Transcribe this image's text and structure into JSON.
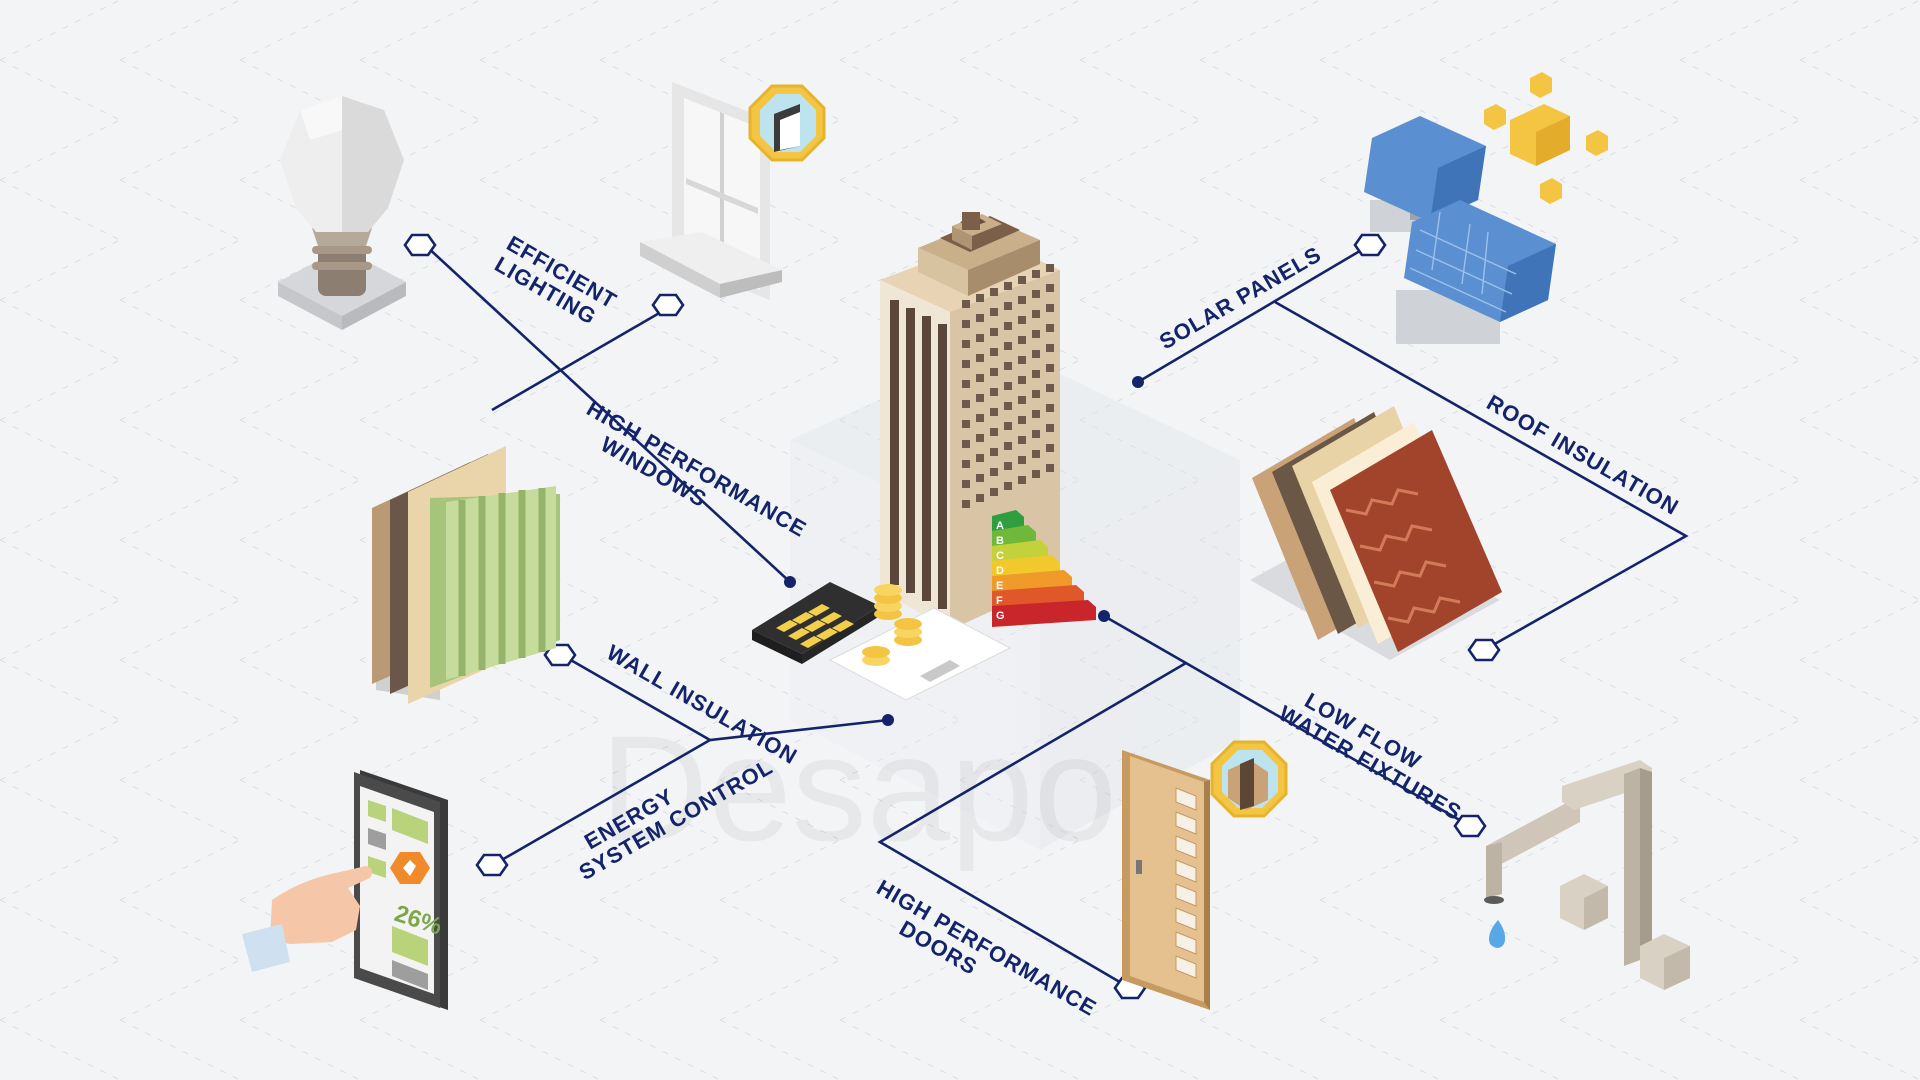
{
  "labels": {
    "efficient_lighting_1": "EFFICIENT",
    "efficient_lighting_2": "LIGHTING",
    "windows_1": "HIGH PERFORMANCE",
    "windows_2": "WINDOWS",
    "wall_insulation": "WALL INSULATION",
    "energy_1": "ENERGY",
    "energy_2": "SYSTEM CONTROL",
    "solar_panels": "SOLAR PANELS",
    "roof_insulation": "ROOF INSULATION",
    "water_1": "LOW FLOW",
    "water_2": "WATER FIXTURES",
    "doors_1": "HIGH PERFORMANCE",
    "doors_2": "DOORS"
  },
  "energy_rating": [
    "A",
    "B",
    "C",
    "D",
    "E",
    "F",
    "G"
  ],
  "phone_percent": "26%",
  "watermark": "Desapo",
  "colors": {
    "line": "#14246a",
    "background": "#f3f4f6",
    "rating": [
      "#2e9e3e",
      "#6fb83a",
      "#c3d23a",
      "#f2c92c",
      "#f09a2a",
      "#e0572a",
      "#c8262a"
    ]
  }
}
